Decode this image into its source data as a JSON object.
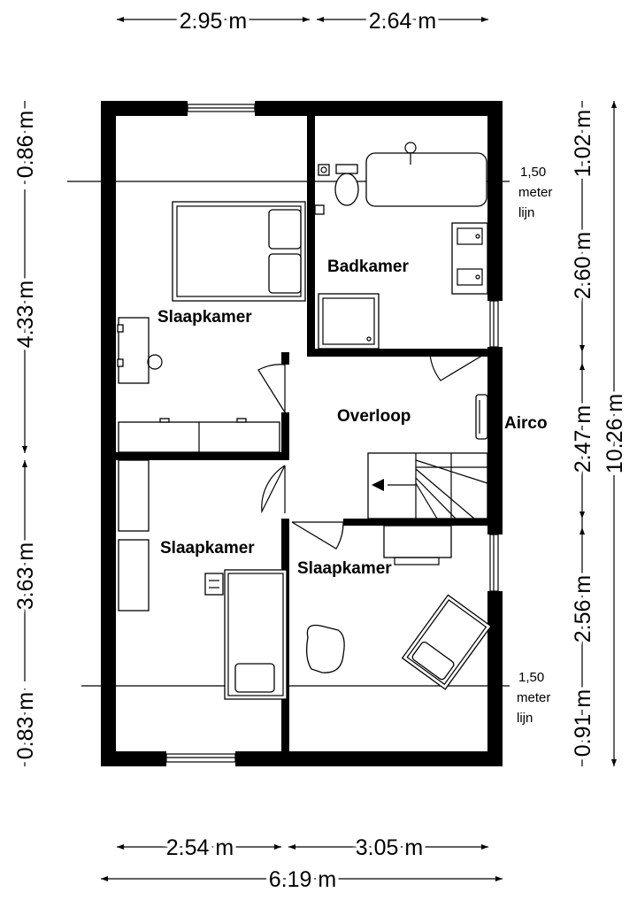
{
  "dimensions": {
    "top_left": "2.95 m",
    "top_right": "2.64 m",
    "bottom_left": "2.54 m",
    "bottom_right": "3.05 m",
    "bottom_total": "6.19 m",
    "left_top": "0.86 m",
    "left_upper": "4.33 m",
    "left_lower": "3.63 m",
    "left_bottom": "0.83 m",
    "right_top": "1.02 m",
    "right_upper": "2.60 m",
    "right_middle": "2.47 m",
    "right_lower": "2.56 m",
    "right_bottom": "0.91 m",
    "right_total": "10.26 m"
  },
  "rooms": {
    "slaapkamer_1": "Slaapkamer",
    "badkamer": "Badkamer",
    "overloop": "Overloop",
    "airco": "Airco",
    "slaapkamer_2": "Slaapkamer",
    "slaapkamer_3": "Slaapkamer"
  },
  "height_line_top": {
    "line1": "1,50",
    "line2": "meter",
    "line3": "lijn"
  },
  "height_line_bottom": {
    "line1": "1,50",
    "line2": "meter",
    "line3": "lijn"
  }
}
